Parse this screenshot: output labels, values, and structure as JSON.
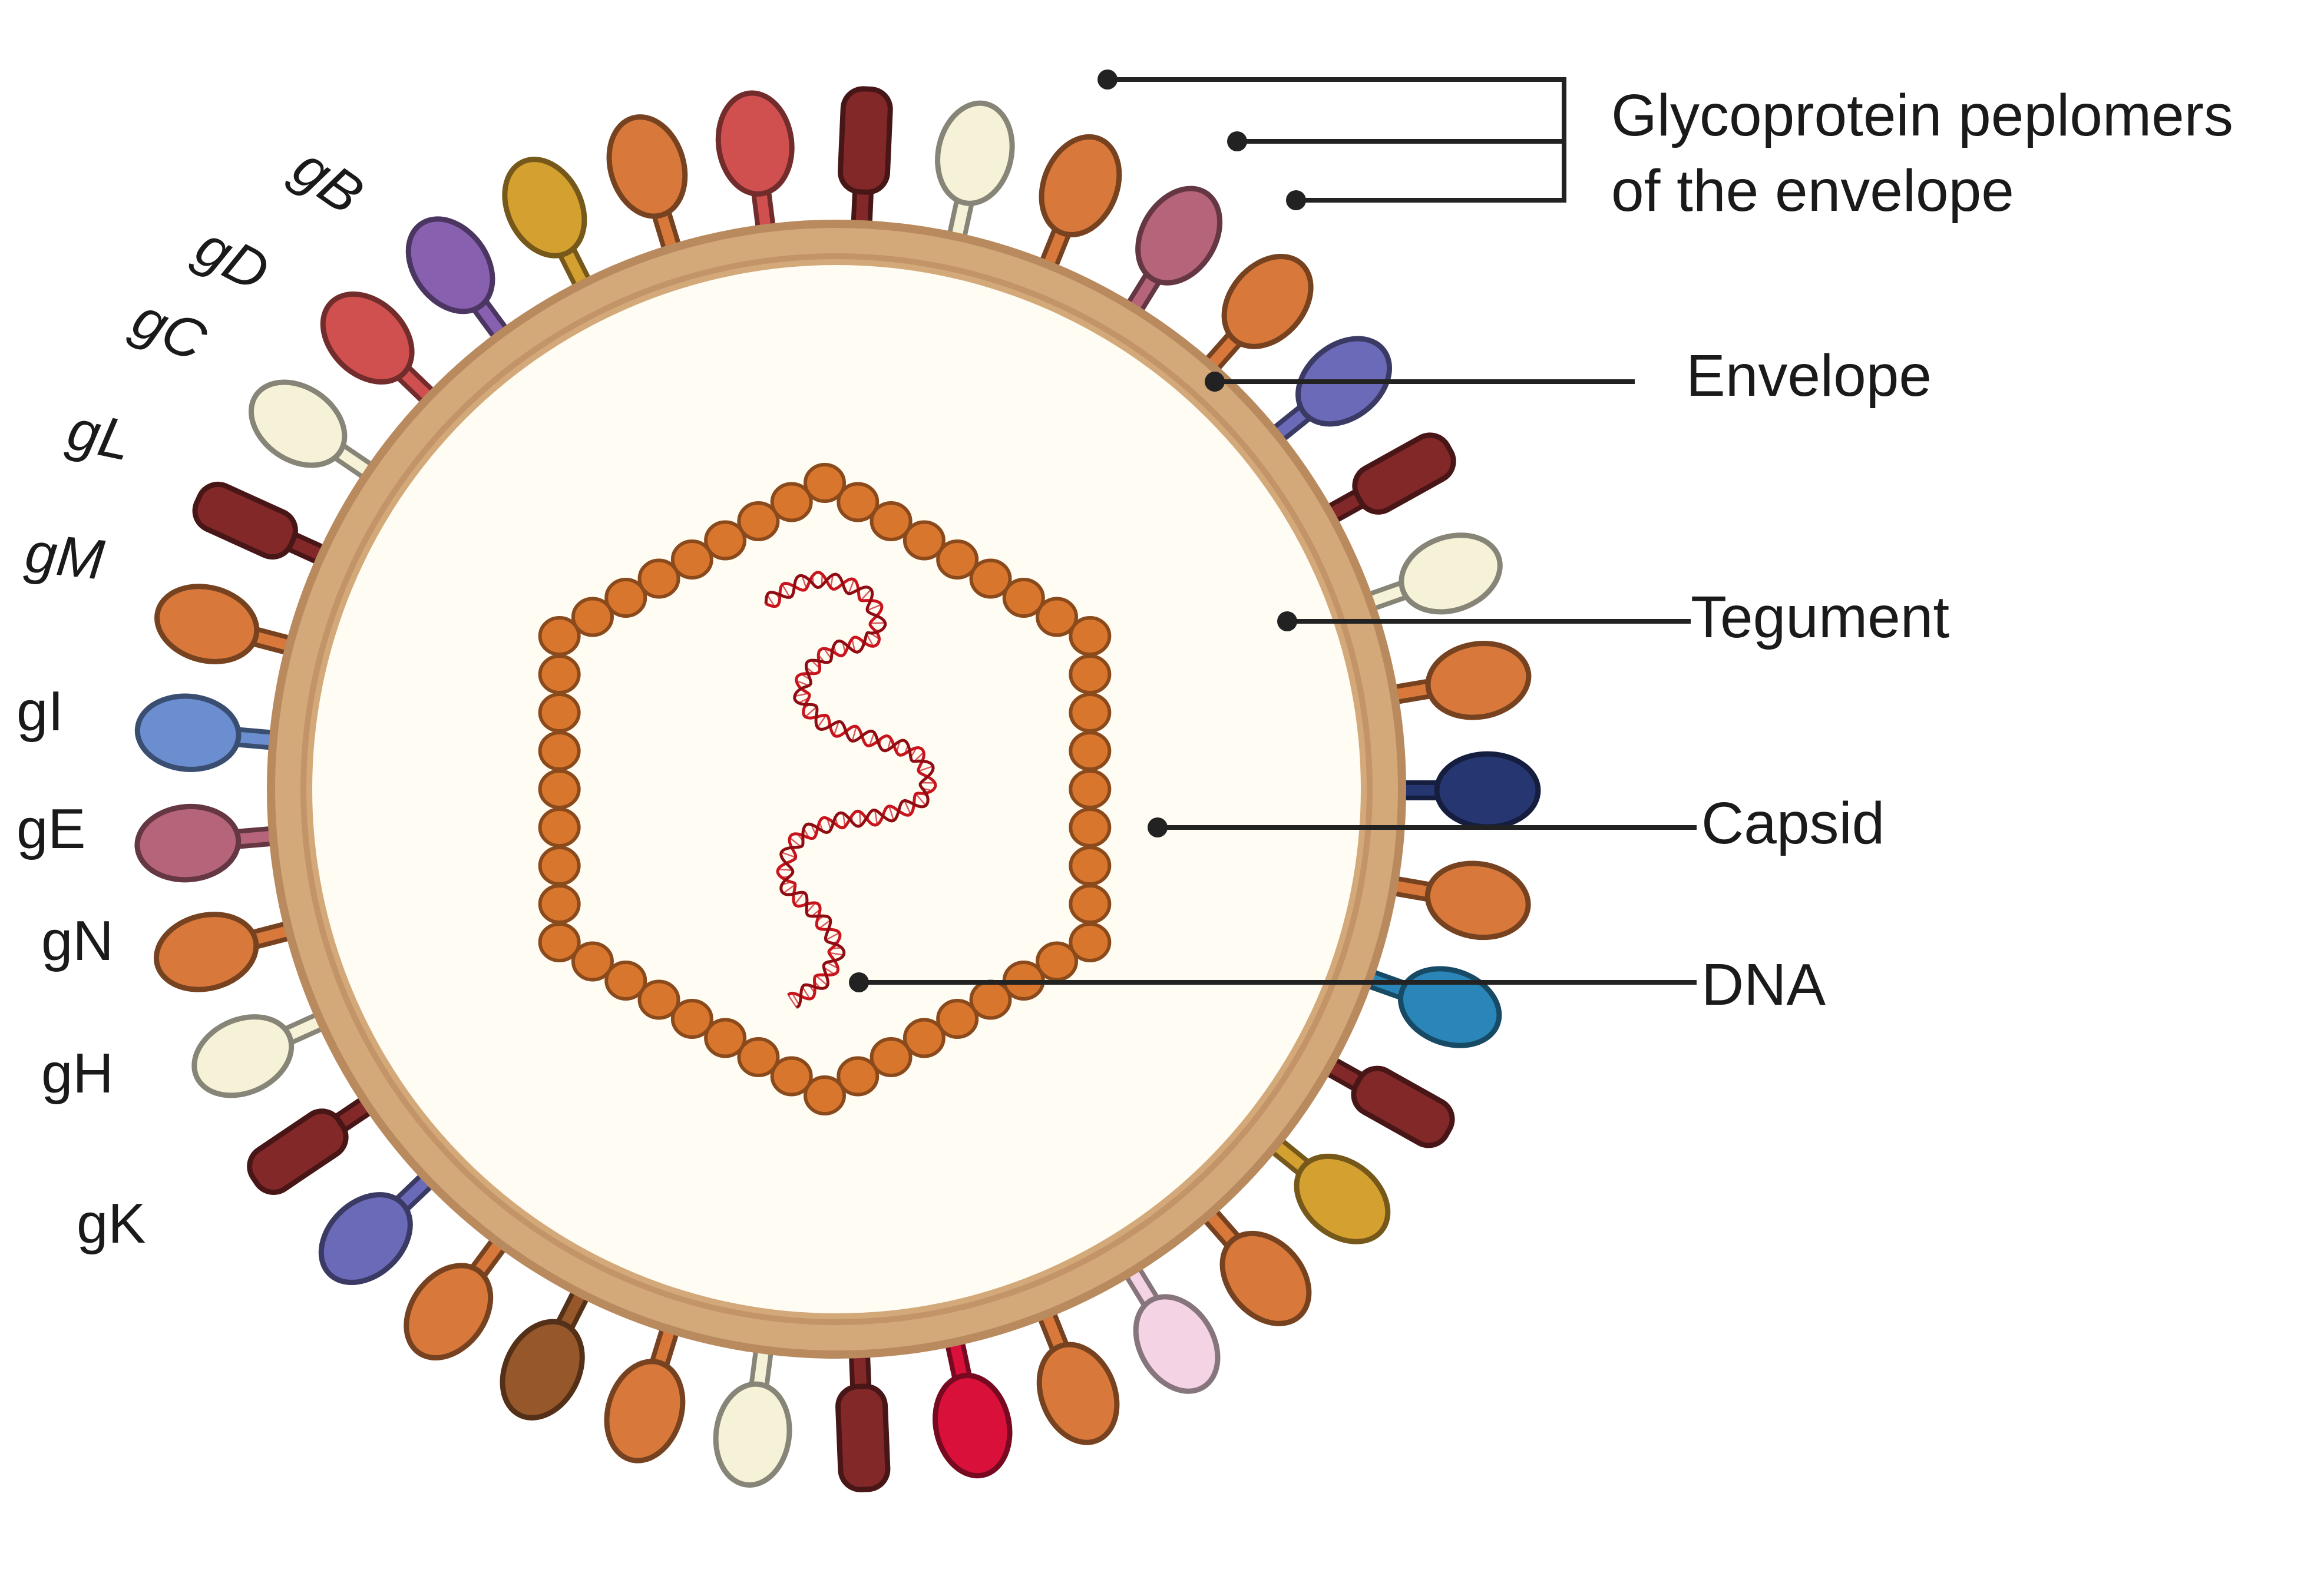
{
  "glycoprotein_labels": [
    "gB",
    "gD",
    "gC",
    "gL",
    "gM",
    "gI",
    "gE",
    "gN",
    "gH",
    "gK"
  ],
  "callouts": {
    "peplomers_line1": "Glycoprotein peplomers",
    "peplomers_line2": "of the envelope",
    "envelope": "Envelope",
    "tegument": "Tegument",
    "capsid": "Capsid",
    "dna": "DNA"
  },
  "colors": {
    "envelope_ring": "#d4a97a",
    "envelope_ring_stroke": "#b98a5e",
    "tegument_fill": "#fefcf3",
    "capsomer_fill": "#d9762e",
    "capsomer_stroke": "#8a4a1c",
    "dna_strand": "#c8141c",
    "leader_line": "#222222"
  },
  "spikes": [
    {
      "color": "#d8783a",
      "shape": "bulb"
    },
    {
      "color": "#b5647a",
      "shape": "bulb"
    },
    {
      "color": "#d8783a",
      "shape": "bulb"
    },
    {
      "color": "#6a6ab8",
      "shape": "bulb"
    },
    {
      "color": "#822828",
      "shape": "rod"
    },
    {
      "color": "#f5f2d8",
      "shape": "bulb"
    },
    {
      "color": "#d8783a",
      "shape": "bulb"
    },
    {
      "color": "#263670",
      "shape": "bulb"
    },
    {
      "color": "#d8783a",
      "shape": "bulb"
    },
    {
      "color": "#2a86b8",
      "shape": "bulb"
    },
    {
      "color": "#822828",
      "shape": "rod"
    },
    {
      "color": "#d4a030",
      "shape": "bulb"
    },
    {
      "color": "#d8783a",
      "shape": "bulb"
    },
    {
      "color": "#f4d4e4",
      "shape": "bulb"
    },
    {
      "color": "#d8783a",
      "shape": "bulb"
    },
    {
      "color": "#d8103a",
      "shape": "bulb"
    },
    {
      "color": "#822828",
      "shape": "rod"
    },
    {
      "color": "#f5f2d8",
      "shape": "bulb"
    },
    {
      "color": "#d8783a",
      "shape": "bulb"
    },
    {
      "color": "#96582a",
      "shape": "bulb"
    },
    {
      "color": "#d8783a",
      "shape": "bulb"
    },
    {
      "color": "#6a6ab8",
      "shape": "bulb"
    },
    {
      "color": "#822828",
      "shape": "rod"
    },
    {
      "color": "#f5f2d8",
      "shape": "bulb"
    },
    {
      "color": "#d8783a",
      "shape": "bulb"
    },
    {
      "color": "#b5647a",
      "shape": "bulb"
    },
    {
      "color": "#6a8ed0",
      "shape": "bulb"
    },
    {
      "color": "#d8783a",
      "shape": "bulb"
    },
    {
      "color": "#822828",
      "shape": "rod"
    },
    {
      "color": "#f5f2d8",
      "shape": "bulb"
    },
    {
      "color": "#d05050",
      "shape": "bulb"
    },
    {
      "color": "#8860b0",
      "shape": "bulb"
    },
    {
      "color": "#d4a030",
      "shape": "bulb"
    },
    {
      "color": "#d8783a",
      "shape": "bulb"
    },
    {
      "color": "#d05050",
      "shape": "bulb"
    },
    {
      "color": "#822828",
      "shape": "rod"
    },
    {
      "color": "#f5f2d8",
      "shape": "bulb"
    }
  ]
}
